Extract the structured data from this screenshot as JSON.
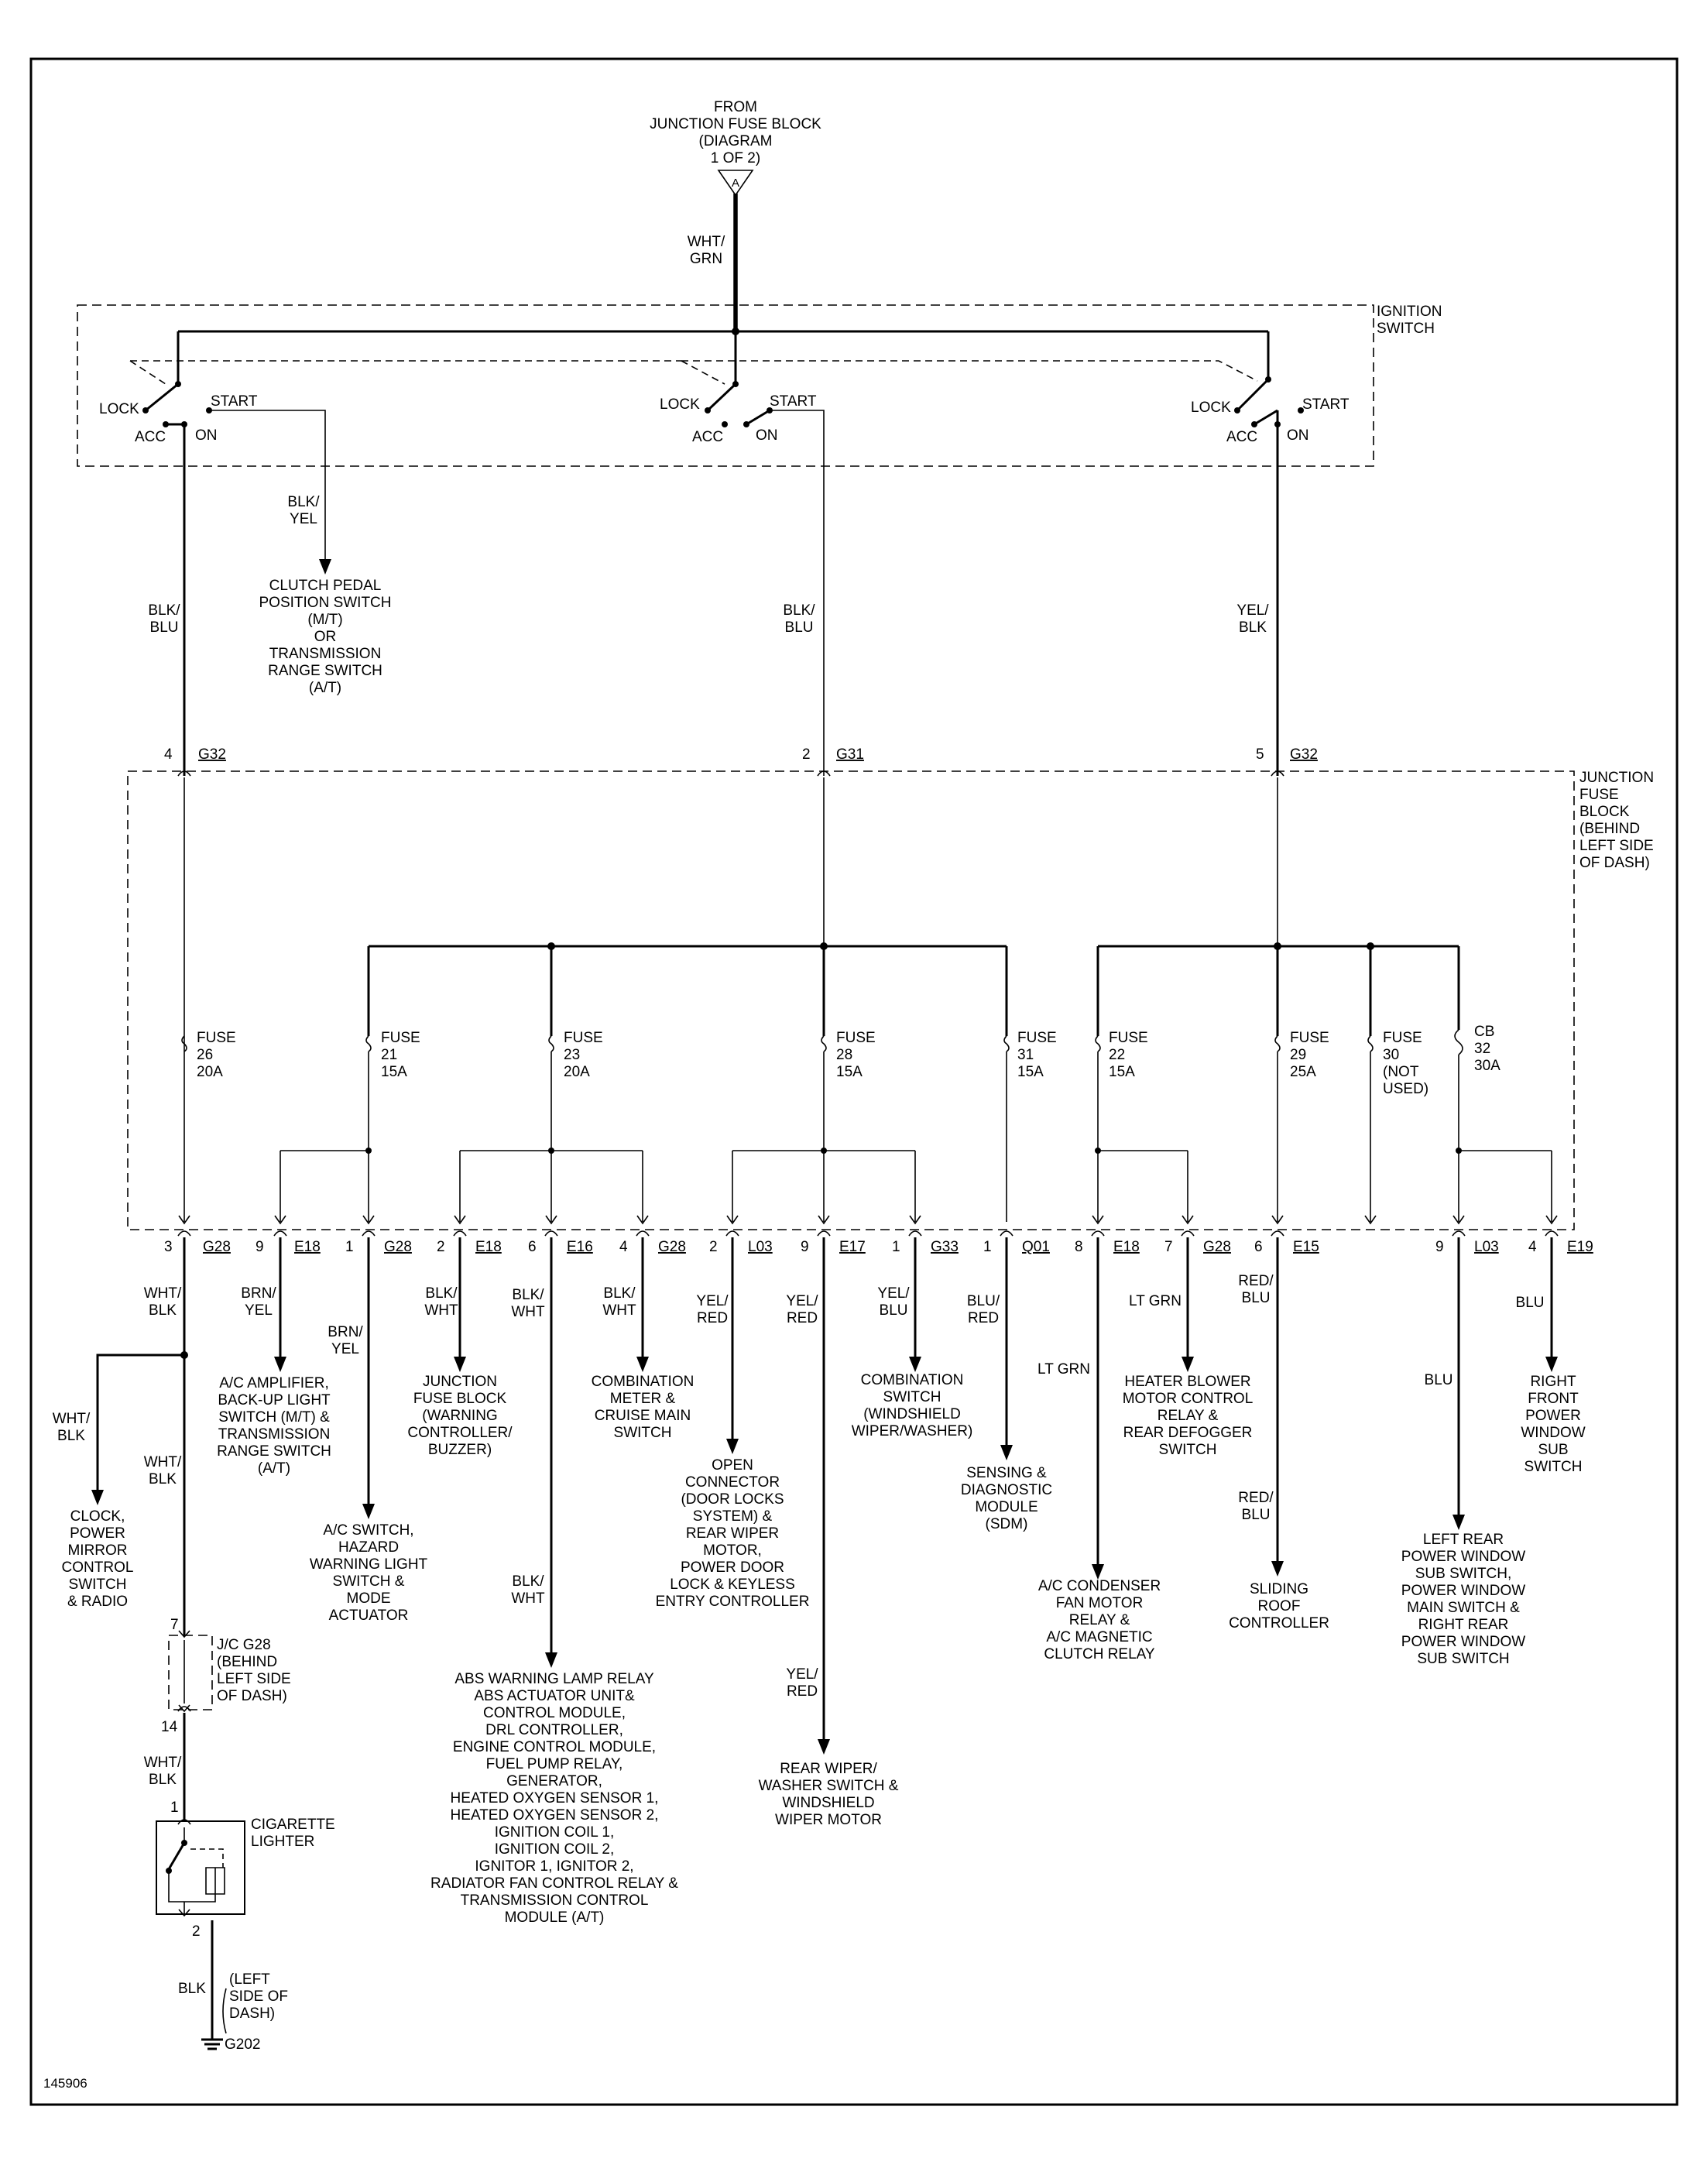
{
  "source": {
    "lines": [
      "FROM",
      "JUNCTION FUSE BLOCK",
      "(DIAGRAM",
      "1 OF 2)"
    ],
    "connector": "A",
    "wire": [
      "WHT/",
      "GRN"
    ]
  },
  "ignition_switch": {
    "label": [
      "IGNITION",
      "SWITCH"
    ],
    "positions": {
      "lock": "LOCK",
      "acc": "ACC",
      "on": "ON",
      "start": "START"
    }
  },
  "start_circuit": {
    "wire": [
      "BLK/",
      "YEL"
    ],
    "dest": [
      "CLUTCH PEDAL",
      "POSITION SWITCH",
      "(M/T)",
      "OR",
      "TRANSMISSION",
      "RANGE SWITCH",
      "(A/T)"
    ]
  },
  "feeds": [
    {
      "wire": [
        "BLK/",
        "BLU"
      ],
      "pin": "4",
      "conn": "G32"
    },
    {
      "wire": [
        "BLK/",
        "BLU"
      ],
      "pin": "2",
      "conn": "G31"
    },
    {
      "wire": [
        "YEL/",
        "BLK"
      ],
      "pin": "5",
      "conn": "G32"
    }
  ],
  "junction_block": {
    "label": [
      "JUNCTION",
      "FUSE",
      "BLOCK",
      "(BEHIND",
      "LEFT SIDE",
      "OF DASH)"
    ]
  },
  "fuses": [
    {
      "lines": [
        "FUSE",
        "26",
        "20A"
      ]
    },
    {
      "lines": [
        "FUSE",
        "21",
        "15A"
      ]
    },
    {
      "lines": [
        "FUSE",
        "23",
        "20A"
      ]
    },
    {
      "lines": [
        "FUSE",
        "28",
        "15A"
      ]
    },
    {
      "lines": [
        "FUSE",
        "31",
        "15A"
      ]
    },
    {
      "lines": [
        "FUSE",
        "22",
        "15A"
      ]
    },
    {
      "lines": [
        "FUSE",
        "29",
        "25A"
      ]
    },
    {
      "lines": [
        "FUSE",
        "30",
        "(NOT",
        "USED)"
      ]
    },
    {
      "lines": [
        "CB",
        "32",
        "30A"
      ]
    }
  ],
  "outputs": [
    {
      "pin": "3",
      "conn": "G28"
    },
    {
      "pin": "9",
      "conn": "E18",
      "wire": [
        "BRN/",
        "YEL"
      ],
      "dest": [
        "A/C AMPLIFIER,",
        "BACK-UP LIGHT",
        "SWITCH (M/T) &",
        "TRANSMISSION",
        "RANGE SWITCH",
        "(A/T)"
      ]
    },
    {
      "pin": "1",
      "conn": "G28",
      "wire": [
        "BRN/",
        "YEL"
      ],
      "dest": [
        "A/C SWITCH,",
        "HAZARD",
        "WARNING LIGHT",
        "SWITCH &",
        "MODE",
        "ACTUATOR"
      ]
    },
    {
      "pin": "2",
      "conn": "E18",
      "wire": [
        "BLK/",
        "WHT"
      ],
      "dest": [
        "JUNCTION",
        "FUSE BLOCK",
        "(WARNING",
        "CONTROLLER/",
        "BUZZER)"
      ]
    },
    {
      "pin": "6",
      "conn": "E16",
      "wire": [
        "BLK/",
        "WHT"
      ],
      "wire2": [
        "BLK/",
        "WHT"
      ],
      "dest": [
        "ABS WARNING LAMP RELAY",
        "ABS ACTUATOR UNIT&",
        "CONTROL MODULE,",
        "DRL CONTROLLER,",
        "ENGINE CONTROL MODULE,",
        "FUEL PUMP RELAY,",
        "GENERATOR,",
        "HEATED OXYGEN SENSOR 1,",
        "HEATED OXYGEN SENSOR 2,",
        "IGNITION COIL 1,",
        "IGNITION COIL 2,",
        "IGNITOR 1, IGNITOR 2,",
        "RADIATOR FAN CONTROL RELAY &",
        "TRANSMISSION CONTROL",
        "MODULE (A/T)"
      ]
    },
    {
      "pin": "4",
      "conn": "G28",
      "wire": [
        "BLK/",
        "WHT"
      ],
      "dest": [
        "COMBINATION",
        "METER &",
        "CRUISE MAIN",
        "SWITCH"
      ]
    },
    {
      "pin": "2",
      "conn": "L03",
      "wire": [
        "YEL/",
        "RED"
      ],
      "dest": [
        "OPEN",
        "CONNECTOR",
        "(DOOR LOCKS",
        "SYSTEM) &",
        "REAR WIPER",
        "MOTOR,",
        "POWER DOOR",
        "LOCK & KEYLESS",
        "ENTRY CONTROLLER"
      ]
    },
    {
      "pin": "9",
      "conn": "E17",
      "wire": [
        "YEL/",
        "RED"
      ],
      "wire2": [
        "YEL/",
        "RED"
      ],
      "dest": [
        "REAR WIPER/",
        "WASHER SWITCH &",
        "WINDSHIELD",
        "WIPER MOTOR"
      ]
    },
    {
      "pin": "1",
      "conn": "G33",
      "wire": [
        "YEL/",
        "BLU"
      ],
      "dest": [
        "COMBINATION",
        "SWITCH",
        "(WINDSHIELD",
        "WIPER/WASHER)"
      ]
    },
    {
      "pin": "1",
      "conn": "Q01",
      "wire": [
        "BLU/",
        "RED"
      ],
      "dest": [
        "SENSING &",
        "DIAGNOSTIC",
        "MODULE",
        "(SDM)"
      ]
    },
    {
      "pin": "8",
      "conn": "E18",
      "wire": [
        "LT GRN"
      ],
      "dest": [
        "A/C CONDENSER",
        "FAN MOTOR",
        "RELAY &",
        "A/C MAGNETIC",
        "CLUTCH RELAY"
      ]
    },
    {
      "pin": "7",
      "conn": "G28",
      "wire": [
        "LT GRN"
      ],
      "dest": [
        "HEATER BLOWER",
        "MOTOR CONTROL",
        "RELAY &",
        "REAR DEFOGGER",
        "SWITCH"
      ]
    },
    {
      "pin": "6",
      "conn": "E15",
      "wire": [
        "RED/",
        "BLU"
      ],
      "wire2": [
        "RED/",
        "BLU"
      ],
      "dest": [
        "SLIDING",
        "ROOF",
        "CONTROLLER"
      ]
    },
    {
      "pin": "9",
      "conn": "L03",
      "wire": [
        "BLU"
      ],
      "dest": [
        "LEFT REAR",
        "POWER WINDOW",
        "SUB SWITCH,",
        "POWER WINDOW",
        "MAIN SWITCH &",
        "RIGHT REAR",
        "POWER WINDOW",
        "SUB SWITCH"
      ]
    },
    {
      "pin": "4",
      "conn": "E19",
      "wire": [
        "BLU"
      ],
      "dest": [
        "RIGHT",
        "FRONT",
        "POWER",
        "WINDOW",
        "SUB",
        "SWITCH"
      ]
    }
  ],
  "lighter_circuit": {
    "wire_top": [
      "WHT/",
      "BLK"
    ],
    "branch_wire": [
      "WHT/",
      "BLK"
    ],
    "branch_dest": [
      "CLOCK,",
      "POWER",
      "MIRROR",
      "CONTROL",
      "SWITCH",
      "& RADIO"
    ],
    "wire_mid": [
      "WHT/",
      "BLK"
    ],
    "jc_pin_top": "7",
    "jc_label": [
      "J/C G28",
      "(BEHIND",
      "LEFT SIDE",
      "OF DASH)"
    ],
    "jc_pin_bottom": "14",
    "wire_low": [
      "WHT/",
      "BLK"
    ],
    "lighter_pin_top": "1",
    "lighter_label": [
      "CIGARETTE",
      "LIGHTER"
    ],
    "lighter_pin_bottom": "2",
    "ground_wire": [
      "BLK"
    ],
    "ground_loc": [
      "(LEFT",
      "SIDE OF",
      "DASH)"
    ],
    "ground_id": "G202"
  },
  "figure_id": "145906"
}
